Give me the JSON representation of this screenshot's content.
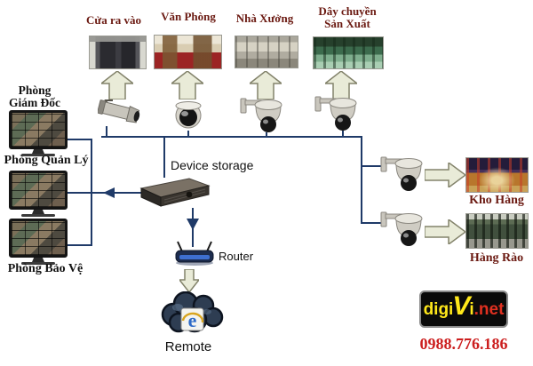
{
  "locations_top": [
    {
      "label": "Cửa ra vào"
    },
    {
      "label": "Văn Phòng"
    },
    {
      "label": "Nhà Xưởng"
    },
    {
      "label_line1": "Dây chuyền",
      "label_line2": "Sản Xuất"
    }
  ],
  "control_rooms": [
    {
      "label_line1": "Phòng",
      "label_line2": "Giám Đốc"
    },
    {
      "label": "Phòng Quản Lý"
    },
    {
      "label": "Phòng Bảo Vệ"
    }
  ],
  "center": {
    "device_storage_label": "Device storage",
    "router_label": "Router",
    "remote_label": "Remote"
  },
  "locations_right": [
    {
      "label": "Kho Hàng"
    },
    {
      "label": "Hàng Rào"
    }
  ],
  "branding": {
    "logo_text_digi": "digi",
    "logo_text_v": "V",
    "logo_text_i": "i",
    "logo_text_net": ".net",
    "phone": "0988.776.186"
  },
  "colors": {
    "line": "#1f3a68",
    "arrow_fill": "#e9ebd8",
    "label_maroon": "#6b1a12",
    "phone_red": "#cc1f1f",
    "logo_yellow": "#ffe81a",
    "logo_net_red": "#e03020"
  }
}
